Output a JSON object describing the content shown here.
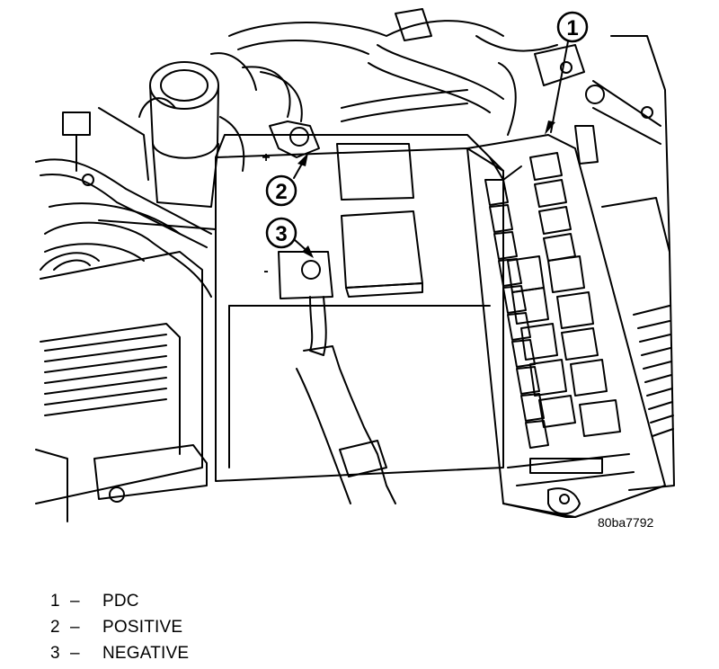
{
  "figure_id": "80ba7792",
  "callouts": [
    {
      "number": "1",
      "label": "PDC"
    },
    {
      "number": "2",
      "label": "POSITIVE"
    },
    {
      "number": "3",
      "label": "NEGATIVE"
    }
  ],
  "terminal_marks": {
    "positive": "+",
    "negative": "-"
  },
  "legend_separator": "–",
  "colors": {
    "line": "#000000",
    "background": "#ffffff"
  }
}
